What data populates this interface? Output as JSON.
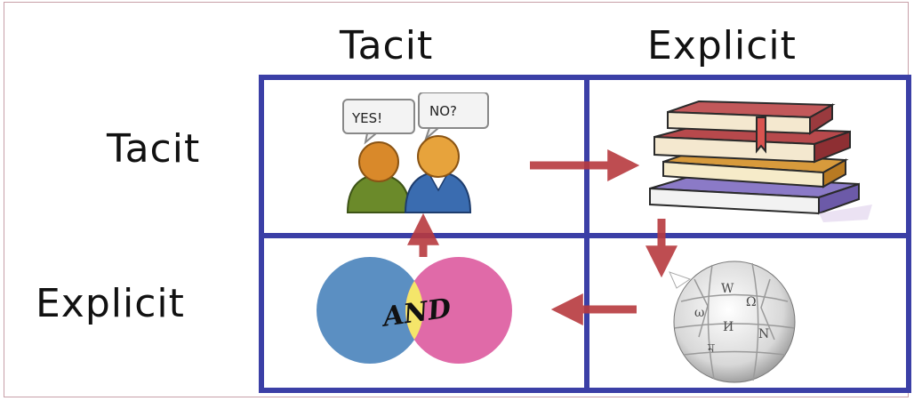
{
  "columns": {
    "tacit": "Tacit",
    "explicit": "Explicit"
  },
  "rows": {
    "tacit": "Tacit",
    "explicit": "Explicit"
  },
  "speech": {
    "left": "YES!",
    "right": "NO?"
  },
  "venn": {
    "label": "AND"
  },
  "colors": {
    "grid_border": "#3b3fa6",
    "arrow": "#b83a3f",
    "venn_left": "#5b8fc2",
    "venn_right": "#e06aa8",
    "venn_overlap": "#f4e56a",
    "person_left": "#6b8a2a",
    "person_right": "#3a6cb0",
    "head": "#d9892a"
  },
  "icons": [
    "conversation-people-icon",
    "stack-of-books-icon",
    "venn-diagram-icon",
    "wikipedia-globe-icon"
  ]
}
